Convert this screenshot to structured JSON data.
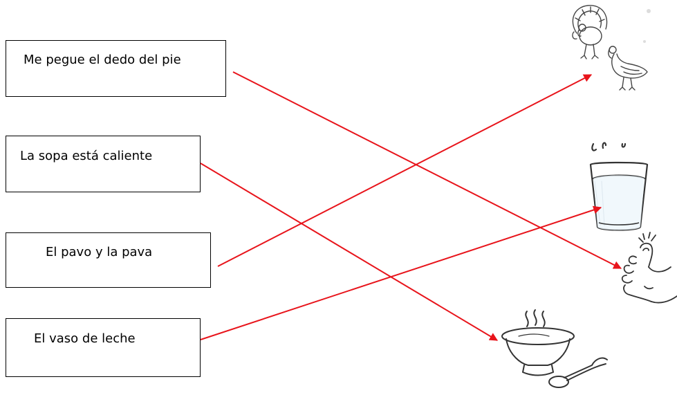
{
  "phrases": [
    {
      "id": "toe",
      "text": "Me pegue el dedo del pie"
    },
    {
      "id": "soup",
      "text": "La sopa está caliente"
    },
    {
      "id": "turkey",
      "text": "El pavo y la pava"
    },
    {
      "id": "milk",
      "text": "El vaso de leche"
    }
  ],
  "pictures": [
    {
      "id": "turkey",
      "icon": "turkey-pair-icon"
    },
    {
      "id": "milk",
      "icon": "milk-glass-icon"
    },
    {
      "id": "toe",
      "icon": "foot-toe-icon"
    },
    {
      "id": "soup",
      "icon": "soup-bowl-icon"
    }
  ],
  "connections": [
    {
      "from": "Me pegue el dedo del pie",
      "to": "foot-toe-icon"
    },
    {
      "from": "La sopa está caliente",
      "to": "soup-bowl-icon"
    },
    {
      "from": "El pavo y la pava",
      "to": "turkey-pair-icon"
    },
    {
      "from": "El vaso de leche",
      "to": "milk-glass-icon"
    }
  ],
  "colors": {
    "arrow": "#e8141b",
    "box_border": "#000000"
  }
}
